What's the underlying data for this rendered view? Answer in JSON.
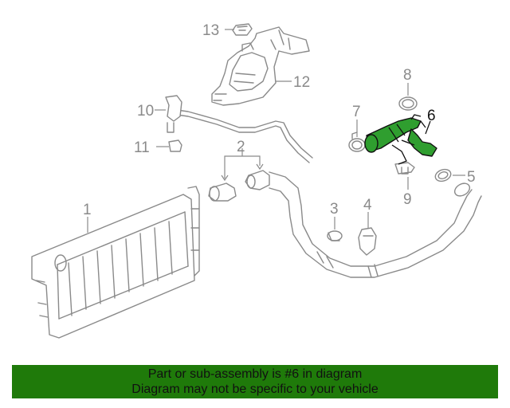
{
  "callouts": {
    "c1": "1",
    "c2": "2",
    "c3": "3",
    "c4": "4",
    "c5": "5",
    "c6": "6",
    "c7": "7",
    "c8": "8",
    "c9": "9",
    "c10": "10",
    "c11": "11",
    "c12": "12",
    "c13": "13"
  },
  "highlighted_part": "6",
  "colors": {
    "banner": "#1f7a0a",
    "highlight": "#2f9e2f",
    "line_art": "#8a8a8a"
  },
  "banner": {
    "line1": "Part or sub-assembly is #6 in diagram",
    "line2": "Diagram may not be specific to your vehicle"
  }
}
